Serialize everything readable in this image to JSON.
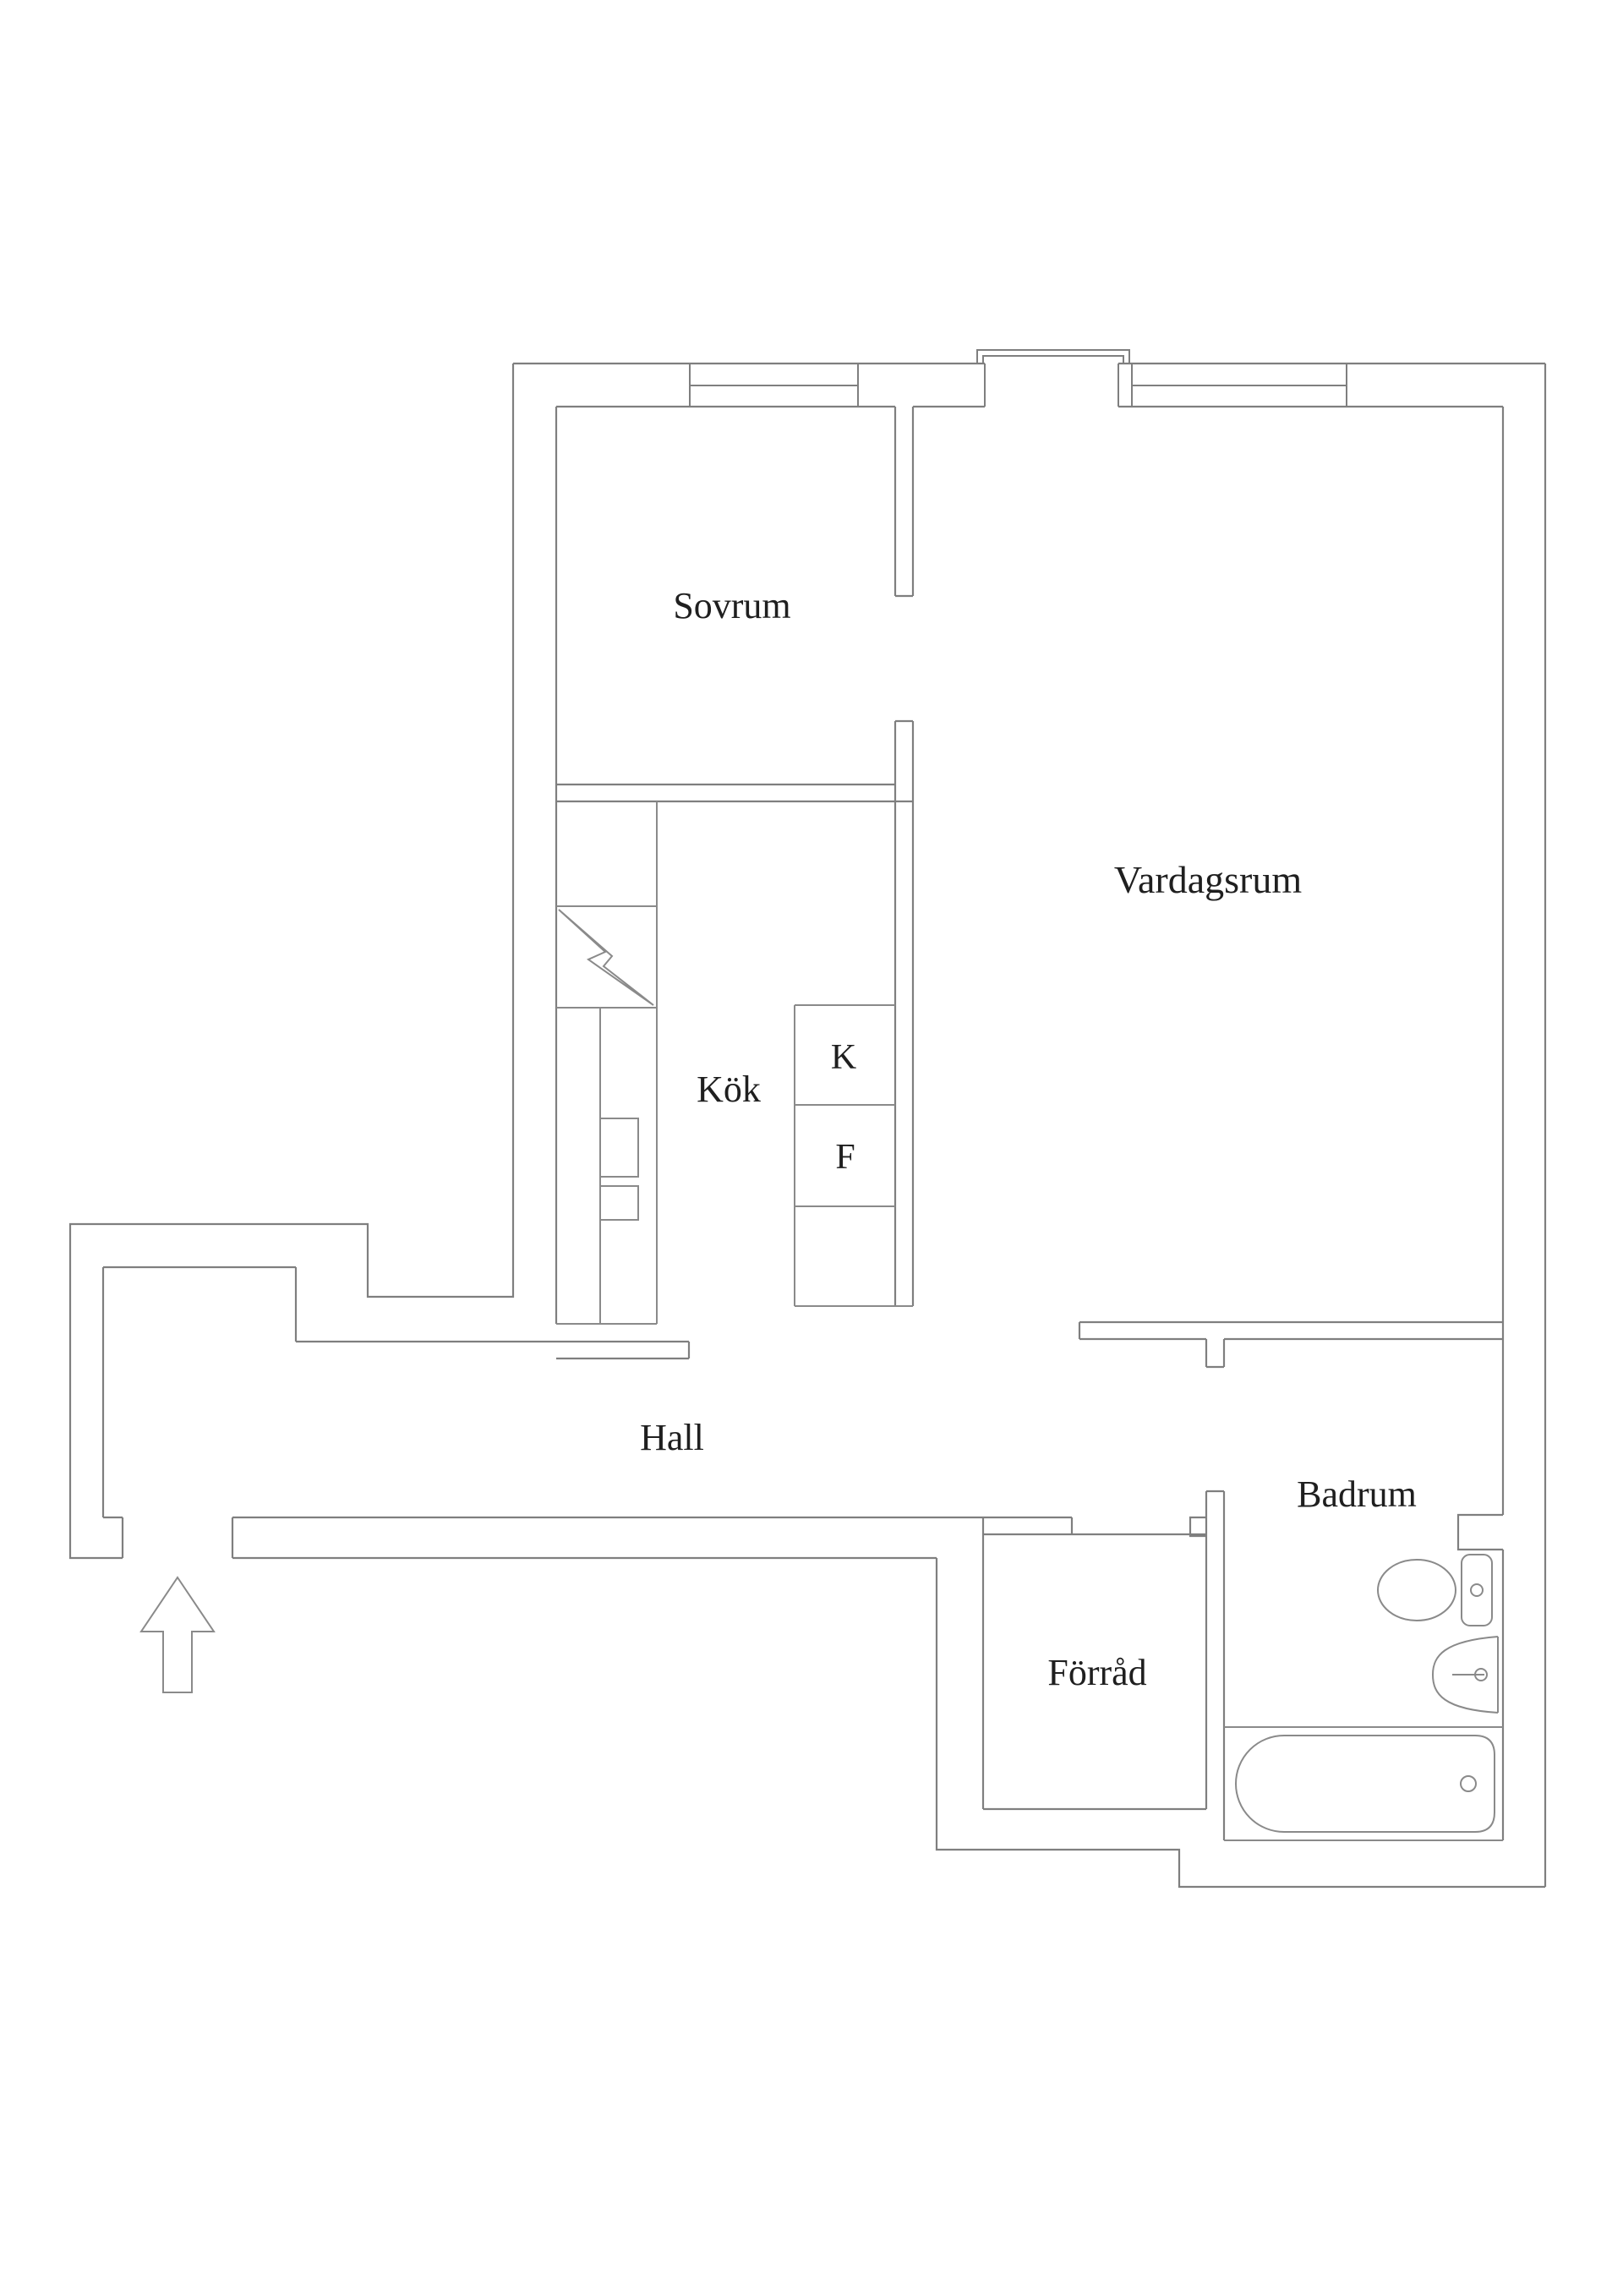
{
  "plan": {
    "type": "apartment-floor-plan",
    "rooms": [
      {
        "id": "sovrum",
        "label": "Sovrum"
      },
      {
        "id": "vardagsrum",
        "label": "Vardagsrum"
      },
      {
        "id": "kok",
        "label": "Kök"
      },
      {
        "id": "hall",
        "label": "Hall"
      },
      {
        "id": "badrum",
        "label": "Badrum"
      },
      {
        "id": "forrad",
        "label": "Förråd"
      }
    ],
    "appliances": [
      {
        "id": "kyl",
        "label": "K"
      },
      {
        "id": "frys",
        "label": "F"
      }
    ],
    "symbols": [
      {
        "id": "stove-lightning",
        "meaning": "electric stove symbol"
      },
      {
        "id": "entrance-arrow",
        "meaning": "entrance direction arrow"
      },
      {
        "id": "toilet",
        "meaning": "toilet"
      },
      {
        "id": "sink",
        "meaning": "wash basin"
      },
      {
        "id": "bathtub",
        "meaning": "bathtub"
      },
      {
        "id": "balcony-door",
        "meaning": "balcony door"
      },
      {
        "id": "windows",
        "meaning": "windows"
      }
    ]
  },
  "colors": {
    "background": "#ffffff",
    "wall_line": "#7f7f7f",
    "fixture_line": "#8a8a8a",
    "label_text": "#1f1f1f"
  }
}
